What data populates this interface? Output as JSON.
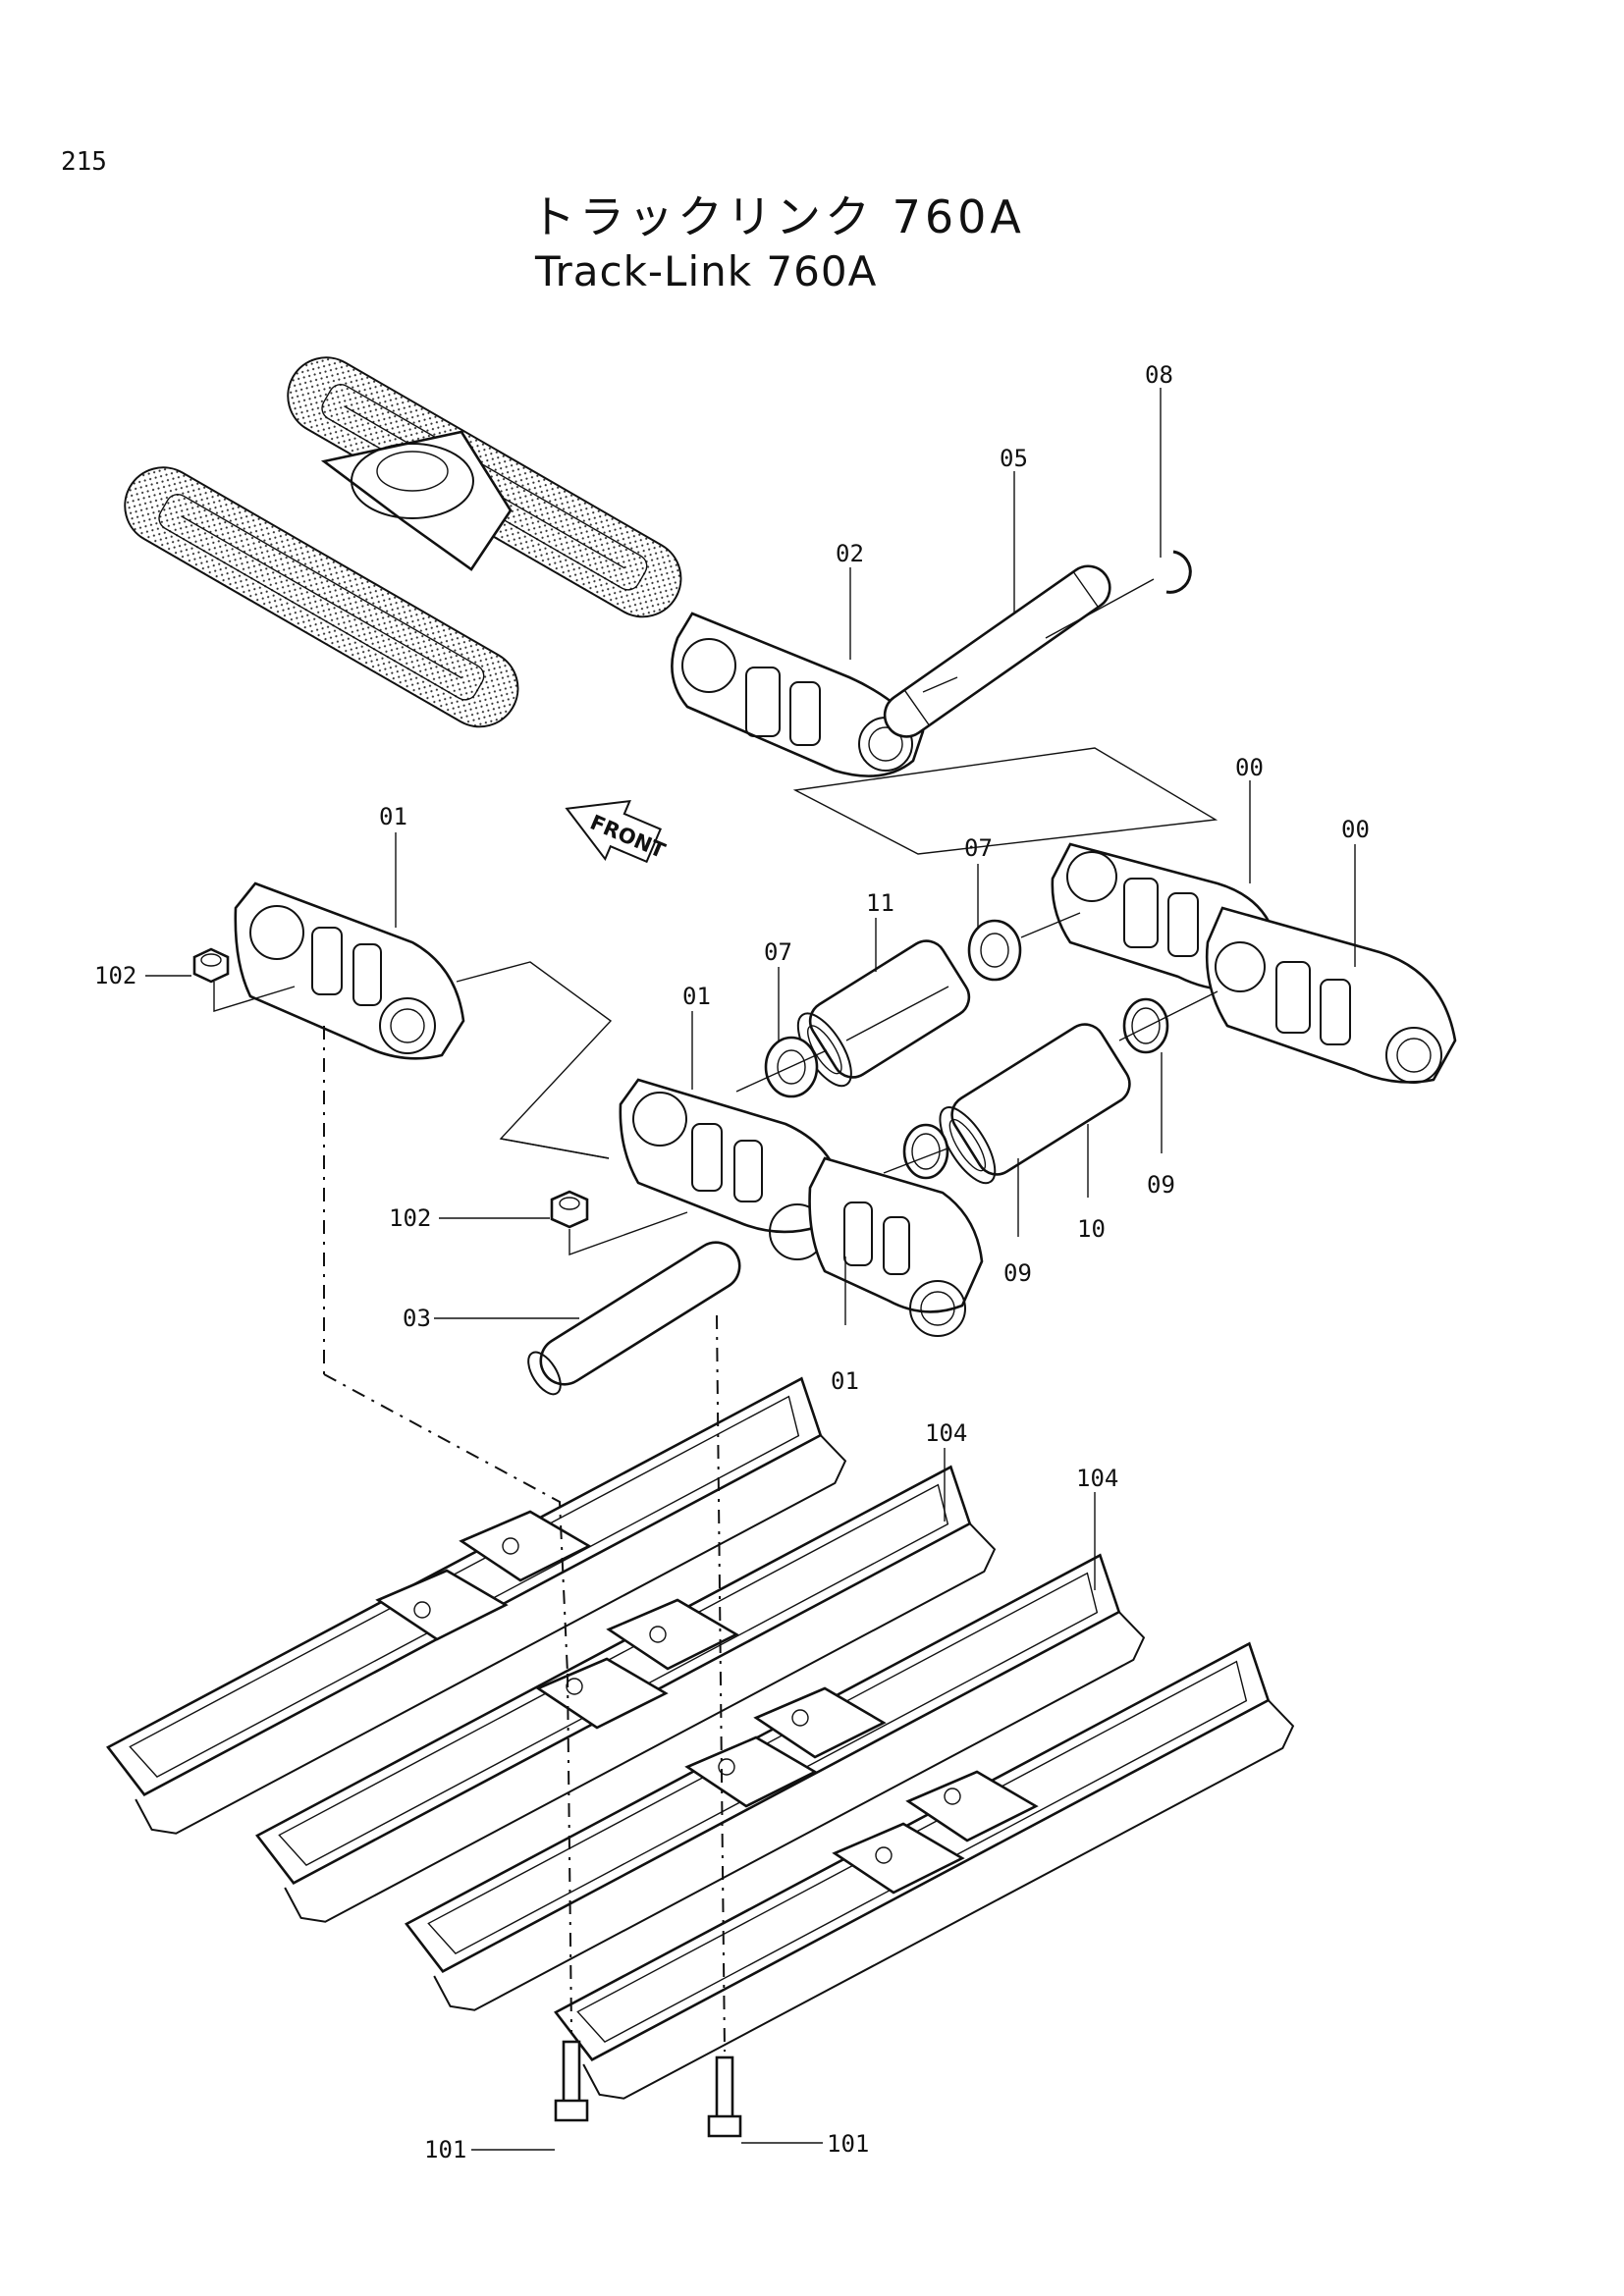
{
  "page": {
    "number": "215"
  },
  "title": {
    "japanese": "トラックリンク 760A",
    "english": "Track-Link 760A"
  },
  "direction_arrow": {
    "label": "FRONT"
  },
  "callouts": {
    "c08": "08",
    "c05": "05",
    "c02": "02",
    "c00a": "00",
    "c00b": "00",
    "c01a": "01",
    "c01b": "01",
    "c01c": "01",
    "c07a": "07",
    "c07b": "07",
    "c11": "11",
    "c10": "10",
    "c09a": "09",
    "c09b": "09",
    "c102a": "102",
    "c102b": "102",
    "c03": "03",
    "c104a": "104",
    "c104b": "104",
    "c101a": "101",
    "c101b": "101"
  }
}
